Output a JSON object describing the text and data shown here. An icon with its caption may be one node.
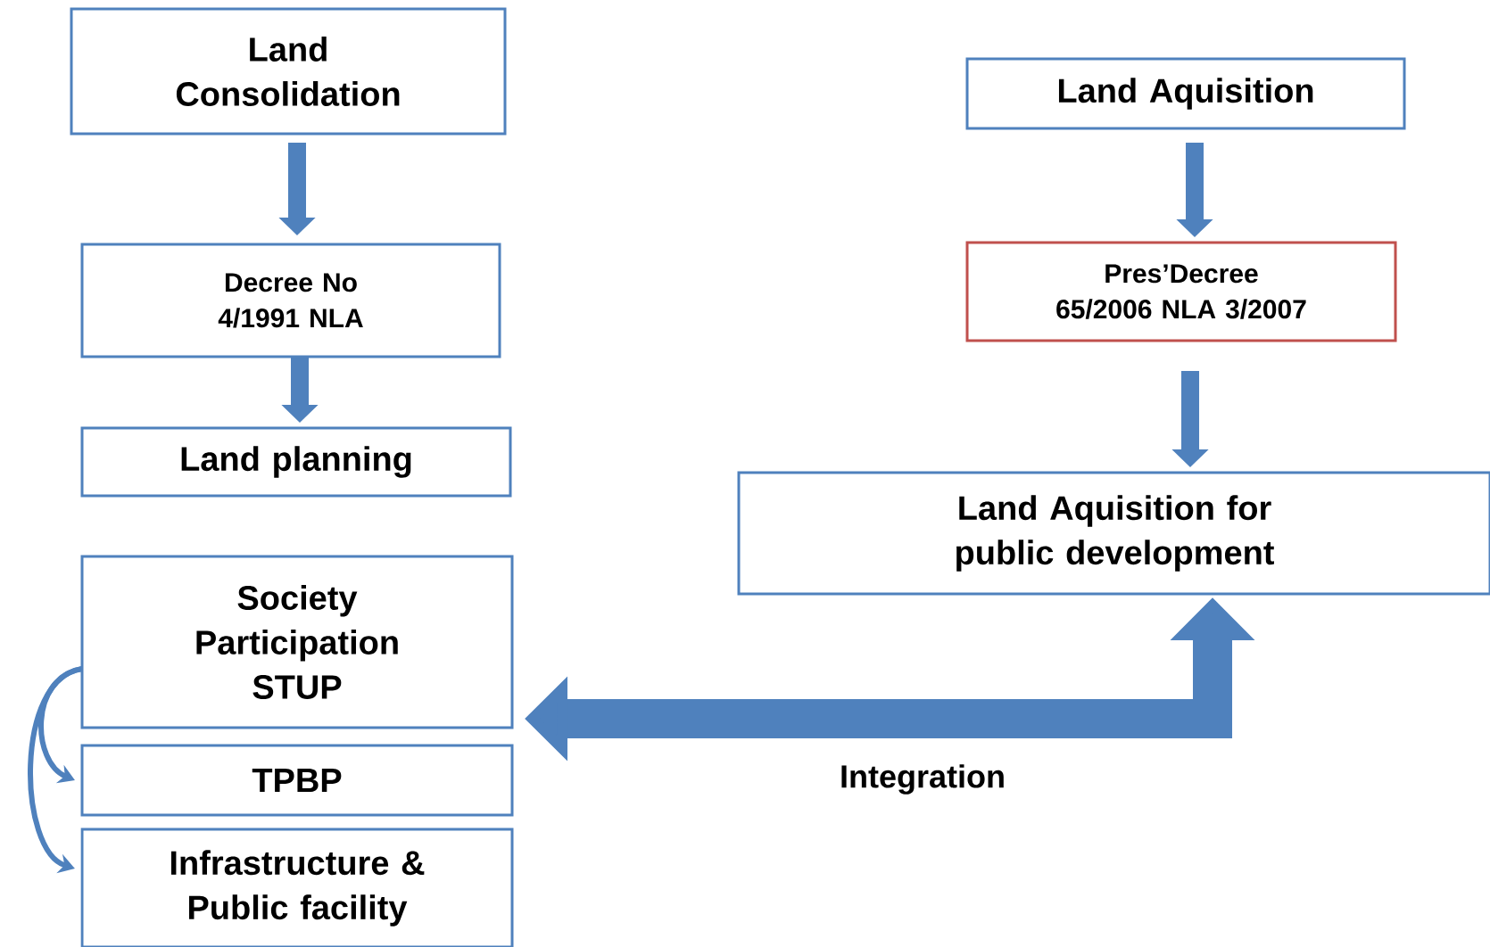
{
  "diagram": {
    "nodes": [
      {
        "text": [
          "Land Consolidation"
        ]
      },
      {
        "text": [
          "Decree No 4/1991 NLA"
        ]
      },
      {
        "text": [
          "Land planning"
        ]
      },
      {
        "text": [
          "Society Participation STUP"
        ]
      },
      {
        "text": [
          "TPBP"
        ]
      },
      {
        "text": [
          "Infrastructure & Public facility"
        ]
      },
      {
        "text": [
          "Land Aquisition"
        ]
      },
      {
        "text": [
          "Pres’Decree 65/2006 NLA 3/2007"
        ]
      },
      {
        "text": [
          "Land Aquisition for public development"
        ]
      }
    ],
    "edges": [
      {
        "from": 0,
        "to": 1,
        "arrow": "to"
      },
      {
        "from": 1,
        "to": 2,
        "arrow": "to"
      },
      {
        "from": 6,
        "to": 7,
        "arrow": "to"
      },
      {
        "from": 7,
        "to": 8,
        "arrow": "to"
      },
      {
        "from": 3,
        "to": 4,
        "arrow": "to"
      },
      {
        "from": 3,
        "to": 5,
        "arrow": "to"
      },
      {
        "from": 8,
        "to": 3,
        "arrow": "both",
        "label": "Integration",
        "style": "thick"
      }
    ]
  }
}
